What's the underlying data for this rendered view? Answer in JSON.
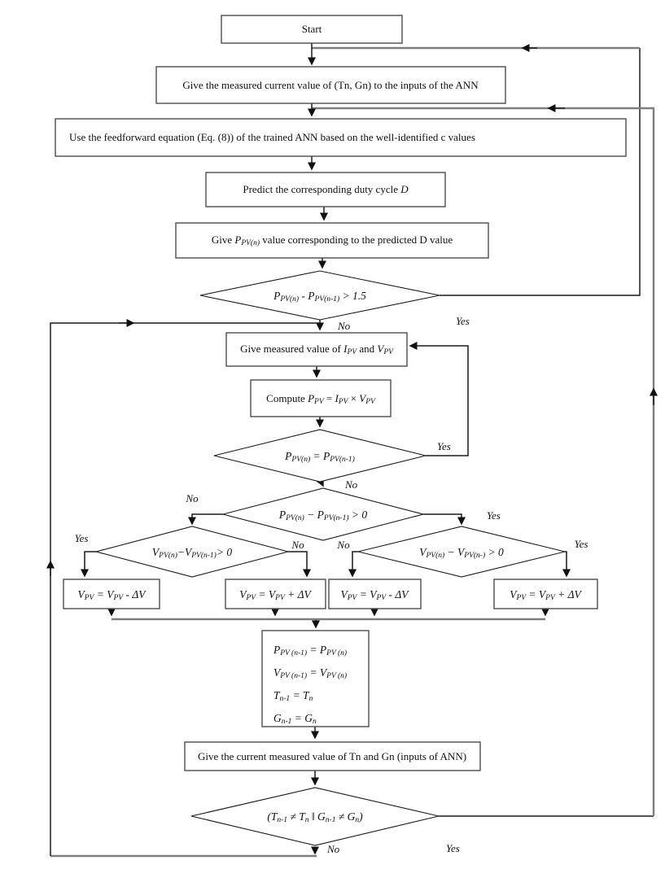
{
  "colors": {
    "line": "#1c1c1c",
    "loop_line": "#7e7e7e",
    "box_border": "#4d4d4d",
    "text": "#111111",
    "background": "#ffffff"
  },
  "nodes": {
    "start": "Start",
    "measure_tn_gn": "Give the measured current value of (Tn, Gn) to the inputs of the ANN",
    "feedforward": "Use the feedforward equation (Eq. (8)) of the trained ANN based on the well-identified c values",
    "predict": "Predict the corresponding duty cycle *D*",
    "give_ppv": "Give *P*_{PV(n)} value corresponding to the predicted D value",
    "d1": "P_{PV(n)} - P_{PV(n-1)} > 1.5",
    "measure_ipv_vpv": "Give measured value of *I*_{PV} and *V*_{PV}",
    "compute": "Compute *P*_{PV} = *I*_{PV} × *V*_{PV}",
    "d2": "P_{PV(n)} = P_{PV(n-1)}",
    "d3": "P_{PV(n)} − P_{PV(n-1)} > 0",
    "d4": "V_{PV(n)}−V_{PV(n-1)}> 0",
    "d5": "V_{PV(n)} − V_{PV(n-)} > 0",
    "v1": "V_{PV} = V_{PV} - ΔV",
    "v2": "V_{PV} = V_{PV} + ΔV",
    "v3": "V_{PV} = V_{PV} - ΔV",
    "v4": "V_{PV} = V_{PV} + ΔV",
    "update_lines": [
      "P_{PV (n-1)} = P_{PV (n)}",
      "V_{PV (n-1)} = V_{PV (n)}",
      "T_{n-1} = T_{n}",
      "G_{n-1} = G_{n}"
    ],
    "measure_current_tn_gn": "Give the current measured value of Tn and Gn (inputs of ANN)",
    "d6": "(T_{n-1} ≠ T_{n} ‖ G_{n-1} ≠ G_{n})"
  },
  "labels": {
    "d1_no": "No",
    "d1_yes": "Yes",
    "d2_yes": "Yes",
    "d2_no": "No",
    "d3_no": "No",
    "d3_yes": "Yes",
    "d4_yes": "Yes",
    "d4_no": "No",
    "d5_no": "No",
    "d5_yes": "Yes",
    "d6_no": "No",
    "d6_yes": "Yes"
  }
}
